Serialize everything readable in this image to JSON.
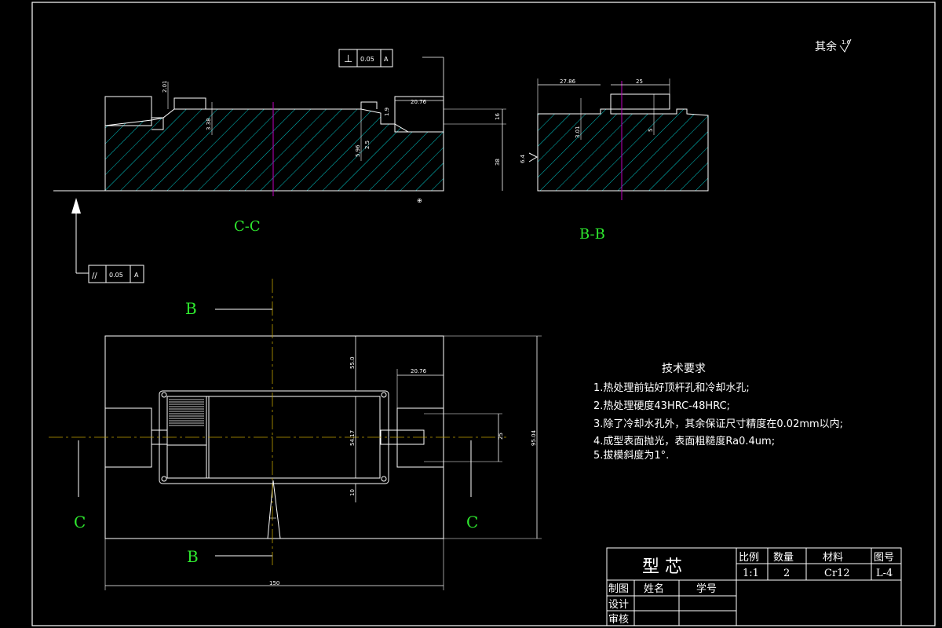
{
  "roughness_note": "其余",
  "roughness_value": "1.6",
  "section_labels": {
    "cc": "C-C",
    "bb": "B-B",
    "b_top": "B",
    "b_bottom": "B",
    "c_left": "C",
    "c_right": "C"
  },
  "tolerance_frames": {
    "perp": {
      "symbol": "⊥",
      "value": "0.05",
      "datum": "A"
    },
    "parallel": {
      "symbol": "//",
      "value": "0.05",
      "datum": "A"
    }
  },
  "dims_cc": {
    "d1": "2.01",
    "d2": "20.76",
    "d3": "16",
    "d4": "38",
    "d5": "3.38",
    "d6": "5.96",
    "d7": "2.5",
    "d8": "1.9"
  },
  "dims_bb": {
    "d1": "27.86",
    "d2": "25",
    "d3": "3.01",
    "d4": "5"
  },
  "dims_plan": {
    "d1": "55.0",
    "d2": "20.76",
    "d3": "54.17",
    "d4": "25",
    "d5": "10",
    "d6": "95.04",
    "d7": "150"
  },
  "side_roughness": "6.4",
  "tech_requirements": {
    "title": "技术要求",
    "items": [
      "1.热处理前钻好顶杆孔和冷却水孔;",
      "2.热处理硬度43HRC-48HRC;",
      "3.除了冷却水孔外，其余保证尺寸精度在0.02mm以内;",
      "4.成型表面抛光，表面粗糙度Ra0.4um;",
      "5.拔模斜度为1°."
    ]
  },
  "title_block": {
    "part_name": "型 芯",
    "h_scale": "比例",
    "h_qty": "数量",
    "h_material": "材料",
    "h_drawing_no": "图号",
    "v_scale": "1:1",
    "v_qty": "2",
    "v_material": "Cr12",
    "v_drawing_no": "L-4",
    "r_drawn": "制图",
    "r_name": "姓名",
    "r_student_no": "学号",
    "r_design": "设计",
    "r_review": "审核"
  },
  "colors": {
    "background": "#000000",
    "lines": "#ffffff",
    "hatch": "#00e0e0",
    "labels": "#2ee82e",
    "centerline": "#c000c0"
  }
}
